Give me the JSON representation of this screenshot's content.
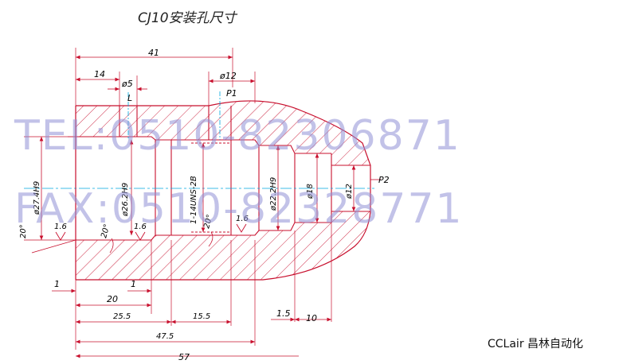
{
  "title": "CJ10安装孔尺寸",
  "watermark": {
    "tel": "TEL:0510-82306871",
    "fax": "FAX:0510-82328771"
  },
  "brand": "CCLair 昌林自动化",
  "labels": {
    "p1": "P1",
    "p2": "P2",
    "l": "L"
  },
  "dimensions": {
    "top_41": "41",
    "top_14": "14",
    "phi5": "ø5",
    "phi12_top": "ø12",
    "phi27_4h9": "ø27.4H9",
    "phi26_2h9": "ø26.2H9",
    "thread": "1-14UNS-2B",
    "phi22_2h9": "ø22.2H9",
    "phi18": "ø18",
    "phi12_right": "ø12",
    "roughness_1": "1.6",
    "roughness_2": "1.6",
    "roughness_3": "1.6",
    "angle_1": "20°",
    "angle_2": "20°",
    "angle_3": "20°",
    "b_1a": "1",
    "b_1b": "1",
    "b_20": "20",
    "b_25_5": "25.5",
    "b_15_5": "15.5",
    "b_1_5": "1.5",
    "b_10": "10",
    "b_47_5": "47.5",
    "b_57": "57"
  },
  "colors": {
    "outline": "#c8102e",
    "centerline": "#00a9e0",
    "hatch": "#c8102e",
    "dimension": "#c8102e",
    "watermark": "#8f8fd6"
  }
}
